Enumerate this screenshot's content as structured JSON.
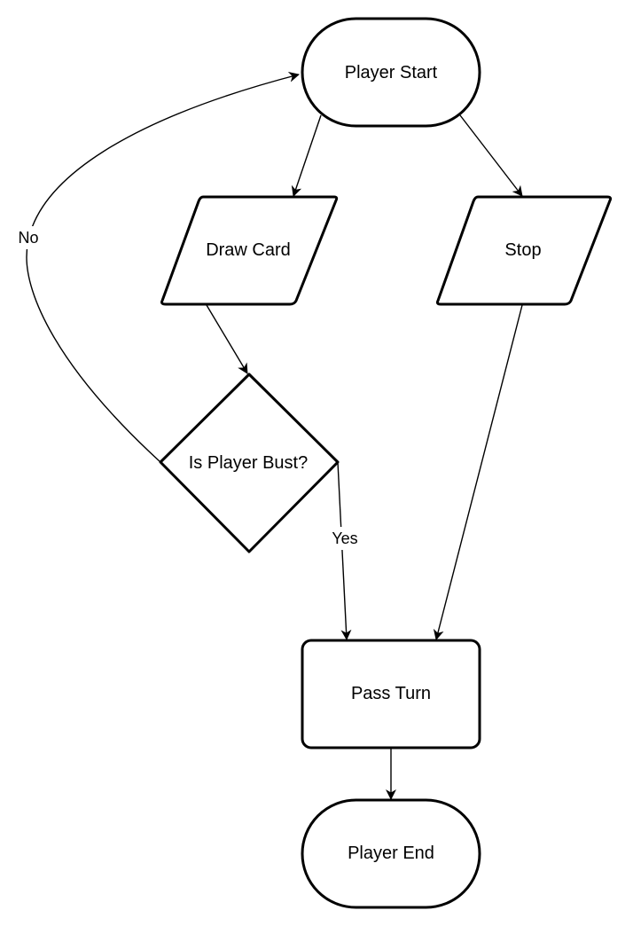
{
  "nodes": {
    "player_start": {
      "label": "Player Start",
      "shape": "terminator"
    },
    "draw_card": {
      "label": "Draw Card",
      "shape": "parallelogram"
    },
    "stop": {
      "label": "Stop",
      "shape": "parallelogram"
    },
    "is_player_bust": {
      "label": "Is Player Bust?",
      "shape": "decision"
    },
    "pass_turn": {
      "label": "Pass Turn",
      "shape": "process"
    },
    "player_end": {
      "label": "Player End",
      "shape": "terminator"
    }
  },
  "edges": {
    "start_to_draw": {
      "from": "Player Start",
      "to": "Draw Card",
      "label": ""
    },
    "start_to_stop": {
      "from": "Player Start",
      "to": "Stop",
      "label": ""
    },
    "draw_to_bust": {
      "from": "Draw Card",
      "to": "Is Player Bust?",
      "label": ""
    },
    "bust_no": {
      "from": "Is Player Bust?",
      "to": "Player Start",
      "label": "No"
    },
    "bust_yes": {
      "from": "Is Player Bust?",
      "to": "Pass Turn",
      "label": "Yes"
    },
    "stop_to_pass": {
      "from": "Stop",
      "to": "Pass Turn",
      "label": ""
    },
    "pass_to_end": {
      "from": "Pass Turn",
      "to": "Player End",
      "label": ""
    }
  },
  "colors": {
    "stroke": "#000000",
    "fill": "#ffffff",
    "background": "#ffffff"
  }
}
